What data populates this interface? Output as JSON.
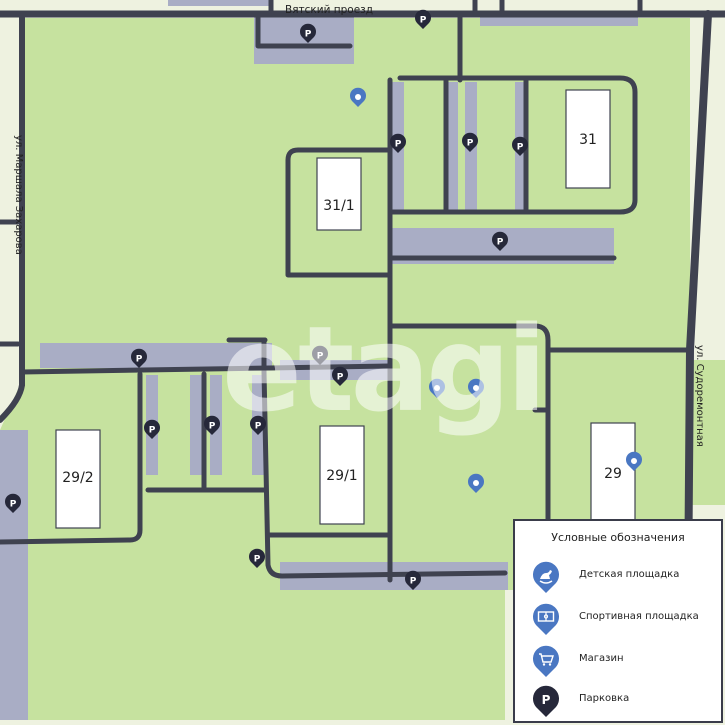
{
  "streets": {
    "top": "Вятский проезд",
    "left": "ул. Маршала Захарова",
    "right": "ул. Судоремонтная"
  },
  "buildings": [
    "31",
    "31/1",
    "29/2",
    "29/1",
    "29"
  ],
  "watermark": "etagi",
  "legend": {
    "title": "Условные обозначения",
    "items": [
      {
        "label": "Детская площадка",
        "icon": "playground-icon"
      },
      {
        "label": "Спортивная площадка",
        "icon": "sports-ground-icon"
      },
      {
        "label": "Магазин",
        "icon": "shop-icon"
      },
      {
        "label": "Парковка",
        "icon": "parking-icon"
      }
    ]
  },
  "parking_symbol": "P",
  "colors": {
    "grass": "#c6e29f",
    "road": "#3f4250",
    "parking_lot": "#a9adc5",
    "building": "#ffffff",
    "marker_blue": "#4a77c2",
    "marker_dark": "#26283a",
    "background": "#eef2e0"
  }
}
